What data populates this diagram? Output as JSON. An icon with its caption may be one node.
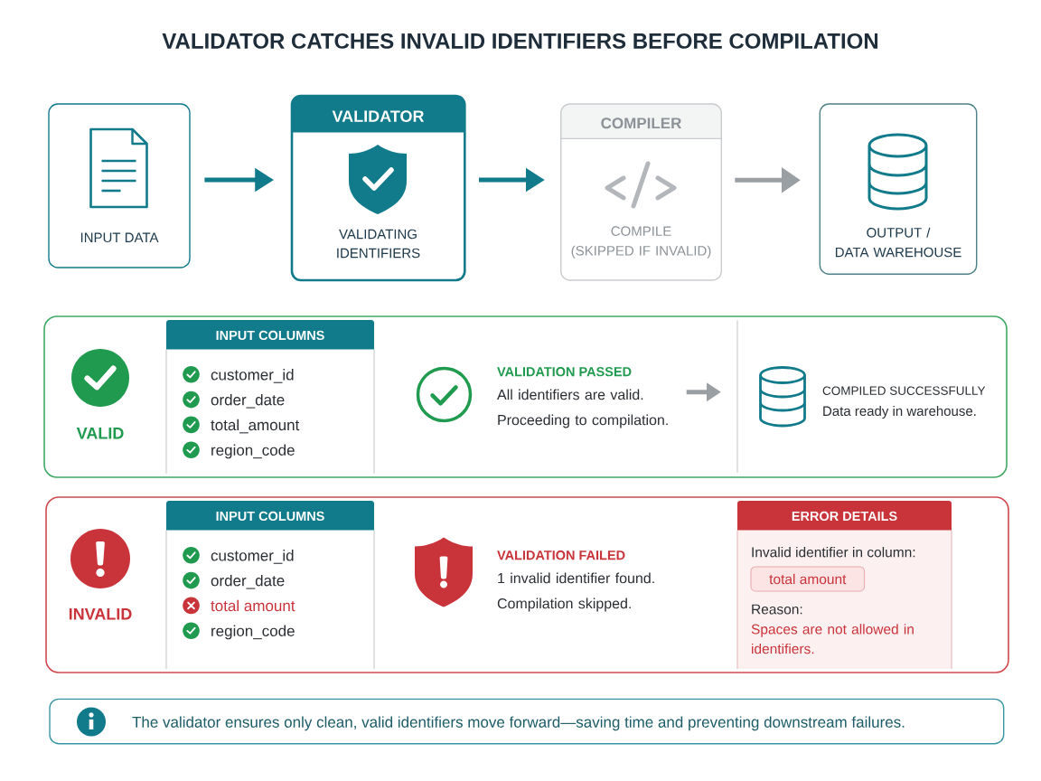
{
  "diagram": {
    "title": "VALIDATOR CATCHES INVALID IDENTIFIERS BEFORE COMPILATION",
    "nodes": [
      {
        "text": [
          "INPUT DATA"
        ]
      },
      {
        "text": [
          "VALIDATOR",
          "VALIDATING IDENTIFIERS"
        ]
      },
      {
        "text": [
          "COMPILER",
          "COMPILE (SKIPPED IF INVALID)"
        ]
      },
      {
        "text": [
          "OUTPUT / DATA WAREHOUSE"
        ]
      },
      {
        "text": [
          "VALID"
        ]
      },
      {
        "text": [
          "INPUT COLUMNS",
          "customer_id",
          "order_date",
          "total_amount",
          "region_code"
        ],
        "in": 4
      },
      {
        "text": [
          "VALIDATION PASSED",
          "All identifiers are valid. Proceeding to compilation."
        ],
        "in": 4
      },
      {
        "text": [
          "COMPILED SUCCESSFULLY",
          "Data ready in warehouse."
        ],
        "in": 4
      },
      {
        "text": [
          "INVALID"
        ]
      },
      {
        "text": [
          "INPUT COLUMNS",
          "customer_id",
          "order_date",
          "total amount",
          "region_code"
        ],
        "in": 8
      },
      {
        "text": [
          "VALIDATION FAILED",
          "1 invalid identifier found. Compilation skipped."
        ],
        "in": 8
      },
      {
        "text": [
          "ERROR DETAILS",
          "Invalid identifier in column:",
          "Reason:",
          "Spaces are not allowed in identifiers."
        ],
        "in": 8
      },
      {
        "text": [
          "total amount"
        ],
        "in": 11
      },
      {
        "text": [
          "The validator ensures only clean, valid identifiers move forward—saving time and preventing downstream failures."
        ]
      }
    ],
    "edges": [
      {
        "from": 0,
        "to": 1,
        "arrow": "to"
      },
      {
        "from": 1,
        "to": 2,
        "arrow": "to"
      },
      {
        "from": 2,
        "to": 3,
        "arrow": "to",
        "color": "#9a9fa4"
      },
      {
        "from": 6,
        "to": 7,
        "arrow": "to",
        "color": "#9a9fa4"
      }
    ]
  }
}
